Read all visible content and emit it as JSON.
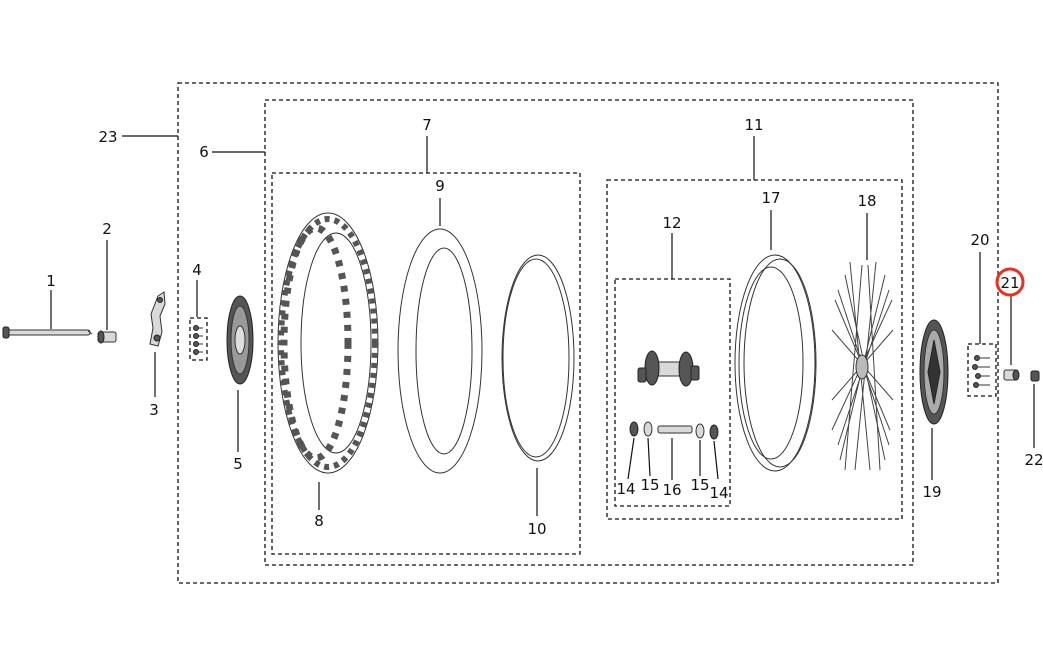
{
  "diagram": {
    "callouts": [
      "1",
      "2",
      "3",
      "4",
      "5",
      "6",
      "7",
      "8",
      "9",
      "10",
      "11",
      "12",
      "14",
      "15",
      "16",
      "15",
      "14",
      "17",
      "18",
      "19",
      "20",
      "21",
      "22",
      "23"
    ],
    "highlighted_callout": "21",
    "highlight_color": "#e8321e"
  }
}
